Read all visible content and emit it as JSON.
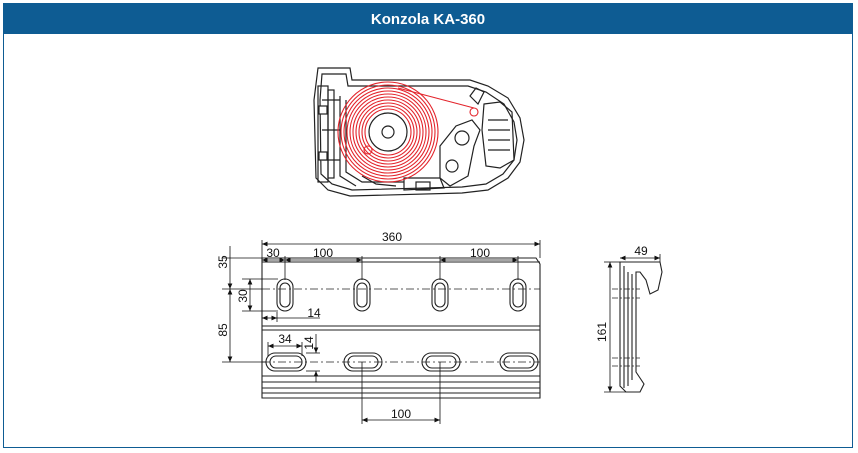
{
  "header": {
    "title": "Konzola KA-360"
  },
  "colors": {
    "header_bg": "#0e5c93",
    "spring": "#e3242b",
    "line": "#222222"
  },
  "dimensions": {
    "d360": "360",
    "d30_top": "30",
    "d100_left": "100",
    "d100_right": "100",
    "d35": "35",
    "d30_side": "30",
    "d14_horizontal": "14",
    "d85": "85",
    "d34": "34",
    "d14_vertical": "14",
    "d100_bottom": "100",
    "d49": "49",
    "d161": "161"
  }
}
